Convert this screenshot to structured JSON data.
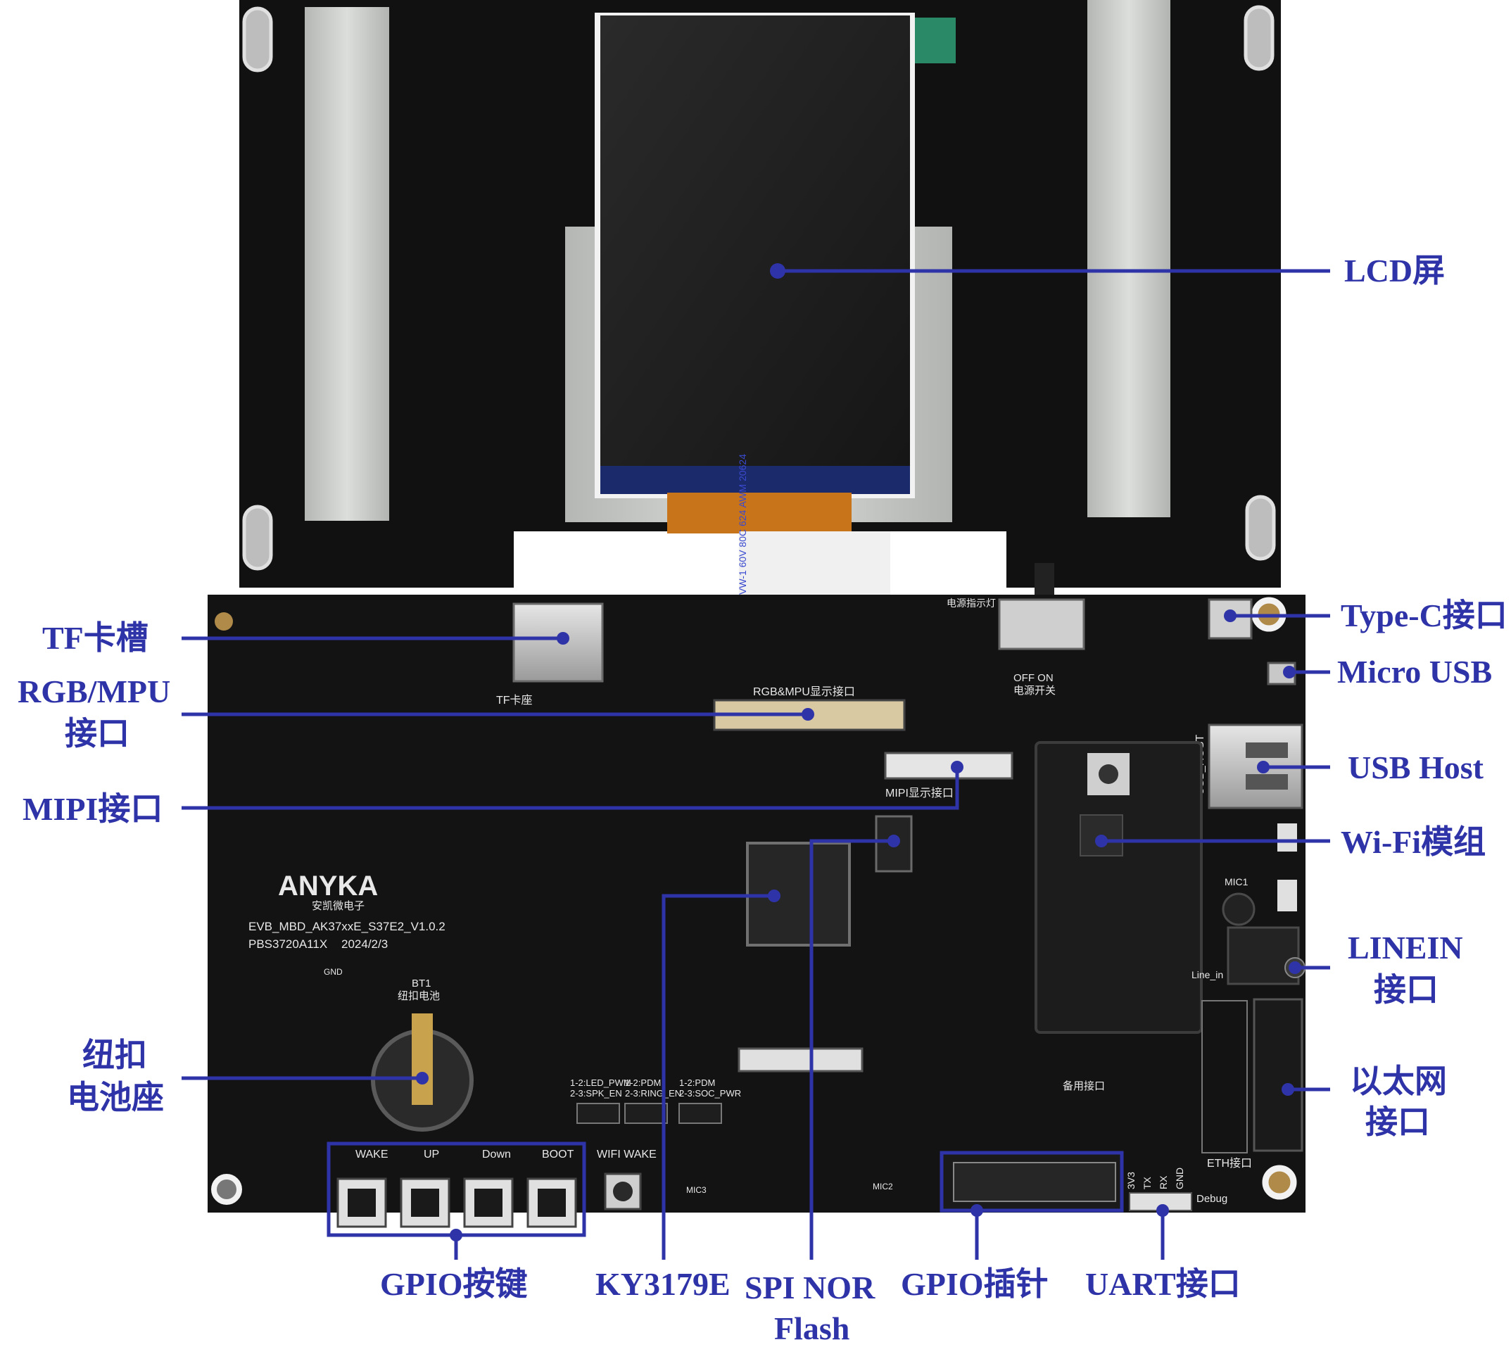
{
  "labels": {
    "lcd": "LCD屏",
    "type_c": "Type-C接口",
    "micro_usb": "Micro USB",
    "usb_host": "USB Host",
    "wifi": "Wi-Fi模组",
    "linein_1": "LINEIN",
    "linein_2": "接口",
    "ethernet_1": "以太网",
    "ethernet_2": "接口",
    "tf": "TF卡槽",
    "rgb_1": "RGB/MPU",
    "rgb_2": "接口",
    "mipi": "MIPI接口",
    "battery_1": "纽扣",
    "battery_2": "电池座",
    "gpio_keys": "GPIO按键",
    "ky3179e": "KY3179E",
    "spi_1": "SPI NOR",
    "spi_2": "Flash",
    "gpio_pins": "GPIO插针",
    "uart": "UART接口"
  },
  "silkscreen": {
    "brand": "ANYKA",
    "brand_cn": "安凯微电子",
    "board_name": "EVB_MBD_AK37xxE_S37E2_V1.0.2",
    "board_code": "PBS3720A11X",
    "board_date": "2024/2/3",
    "tf_seat": "TF卡座",
    "rgb_port": "RGB&MPU显示接口",
    "mipi_port": "MIPI显示接口",
    "bt1": "BT1",
    "bt1_cn": "纽扣电池",
    "power_switch": "电源开关",
    "power_led": "电源指示灯",
    "off_on": "OFF    ON",
    "usb_host_silk": "USB_HOST",
    "line_in": "Line_in",
    "eth_port": "ETH接口",
    "debug": "Debug",
    "spare_port": "备用接口",
    "mic1": "MIC1",
    "mic2": "MIC2",
    "mic3": "MIC3",
    "gnd": "GND",
    "key_wake": "WAKE",
    "key_up": "UP",
    "key_down": "Down",
    "key_boot": "BOOT",
    "wifi_wake": "WIFI WAKE",
    "uart_pins": [
      "3V3",
      "TX",
      "RX",
      "GND"
    ],
    "jumper_1": "1-2:LED_PWM",
    "jumper_1b": "2-3:SPK_EN",
    "jumper_2": "1-2:PDM",
    "jumper_2b": "2-3:RING_EN",
    "jumper_3": "1-2:PDM",
    "jumper_3b": "2-3:SOC_PWR",
    "fpc_text": "VW-1 60V 80C 624 AWM 20624"
  },
  "colors": {
    "accent": "#2f33a8",
    "pcb": "#121212",
    "panel": "#0f0f0f",
    "lcd": "#1e1e1e",
    "metal_tape": "#c9cbc9",
    "flex": "#d07a1a",
    "silk": "#e8e8e8"
  }
}
